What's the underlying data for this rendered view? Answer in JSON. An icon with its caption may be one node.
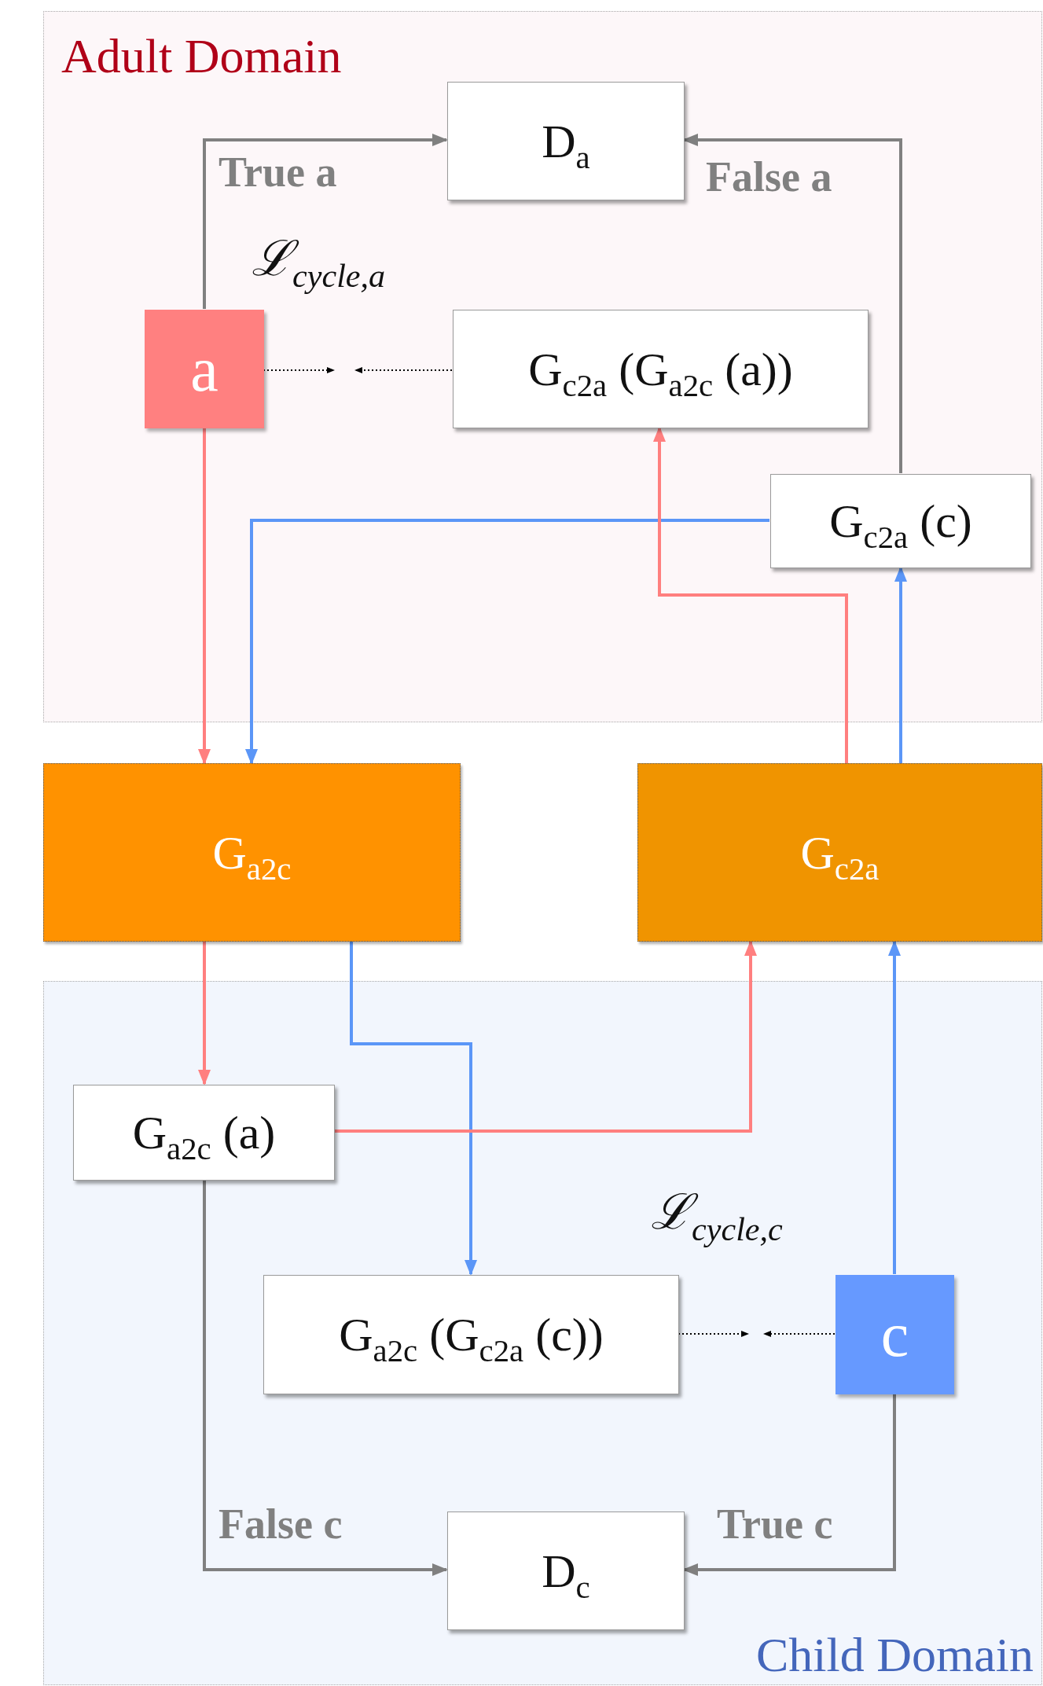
{
  "diagram": {
    "nodes": [
      {
        "text": [
          "Adult Domain"
        ]
      },
      {
        "text": [
          "D$_{a}$"
        ],
        "in": 0
      },
      {
        "text": [
          "a"
        ],
        "in": 0
      },
      {
        "text": [
          "G$_{c2a}$ (G$_{a2c}$ (a))"
        ],
        "in": 0
      },
      {
        "text": [
          "G$_{c2a}$ (c)"
        ],
        "in": 0
      },
      {
        "text": [
          "G$_{a2c}$"
        ]
      },
      {
        "text": [
          "G$_{c2a}$"
        ]
      },
      {
        "text": [
          "Child Domain"
        ]
      },
      {
        "text": [
          "G$_{a2c}$ (a)"
        ],
        "in": 7
      },
      {
        "text": [
          "G$_{a2c}$ (G$_{c2a}$ (c))"
        ],
        "in": 7
      },
      {
        "text": [
          "c"
        ],
        "in": 7
      },
      {
        "text": [
          "D$_{c}$"
        ],
        "in": 7
      }
    ],
    "edges": [
      {
        "from": 2,
        "to": 1,
        "arrow": "to",
        "label": "True a"
      },
      {
        "from": 4,
        "to": 1,
        "arrow": "to",
        "label": "False a"
      },
      {
        "from": 2,
        "to": null,
        "arrow": "to",
        "style": "dashed",
        "color": "#000000"
      },
      {
        "from": 3,
        "to": null,
        "arrow": "to",
        "style": "dashed",
        "color": "#000000"
      },
      {
        "from": 2,
        "to": 5,
        "arrow": "to",
        "color": "#ff7f7f"
      },
      {
        "from": 4,
        "to": 5,
        "arrow": "to",
        "color": "#5b96f7"
      },
      {
        "from": 6,
        "to": 3,
        "arrow": "to",
        "color": "#ff7f7f"
      },
      {
        "from": 6,
        "to": 4,
        "arrow": "to",
        "color": "#5b96f7"
      },
      {
        "from": 5,
        "to": 8,
        "arrow": "to",
        "color": "#ff7f7f"
      },
      {
        "from": 5,
        "to": 9,
        "arrow": "to",
        "color": "#5b96f7"
      },
      {
        "from": 8,
        "to": 6,
        "arrow": "to",
        "color": "#ff7f7f"
      },
      {
        "from": 10,
        "to": 6,
        "arrow": "to",
        "color": "#5b96f7"
      },
      {
        "from": 9,
        "to": null,
        "arrow": "to",
        "style": "dashed",
        "color": "#000000"
      },
      {
        "from": 10,
        "to": null,
        "arrow": "to",
        "style": "dashed",
        "color": "#000000"
      },
      {
        "from": 8,
        "to": 11,
        "arrow": "to",
        "label": "False c"
      },
      {
        "from": 10,
        "to": 11,
        "arrow": "to",
        "label": "True c"
      }
    ],
    "labels": [
      "ℒ$_{cycle,a}$",
      "ℒ$_{cycle,c}$"
    ]
  }
}
